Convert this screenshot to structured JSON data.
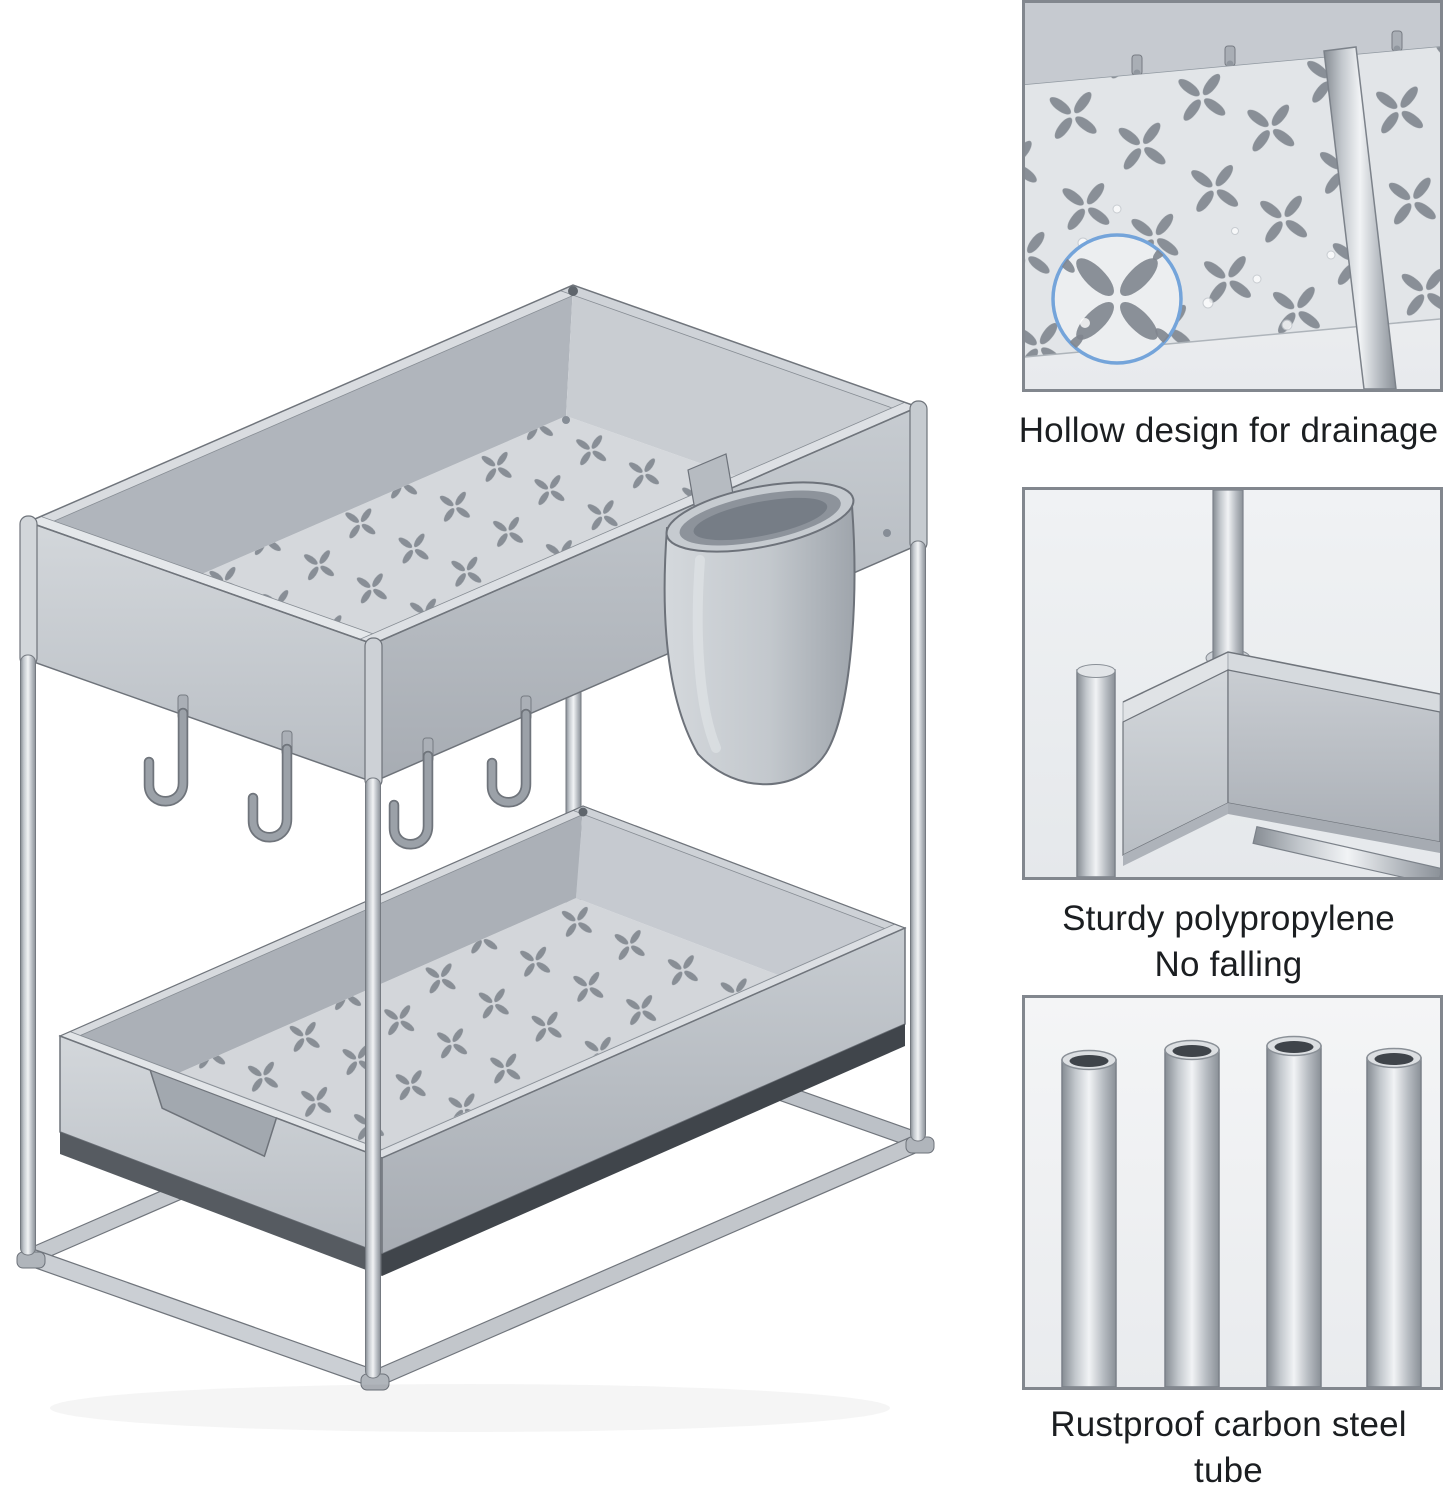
{
  "callouts": [
    {
      "id": "drainage",
      "caption": "Hollow design for drainage"
    },
    {
      "id": "material",
      "caption": "Sturdy polypropylene\nNo falling"
    },
    {
      "id": "tube",
      "caption": "Rustproof carbon steel tube"
    }
  ],
  "colors": {
    "background": "#ffffff",
    "text": "#1b1e21",
    "frame_border": "#82878e",
    "magnifier_ring": "#74a4da",
    "steel_light": "#f1f3f5",
    "steel_mid": "#c3c8cd",
    "steel_dark": "#8a9097",
    "outline": "#6e737a"
  }
}
